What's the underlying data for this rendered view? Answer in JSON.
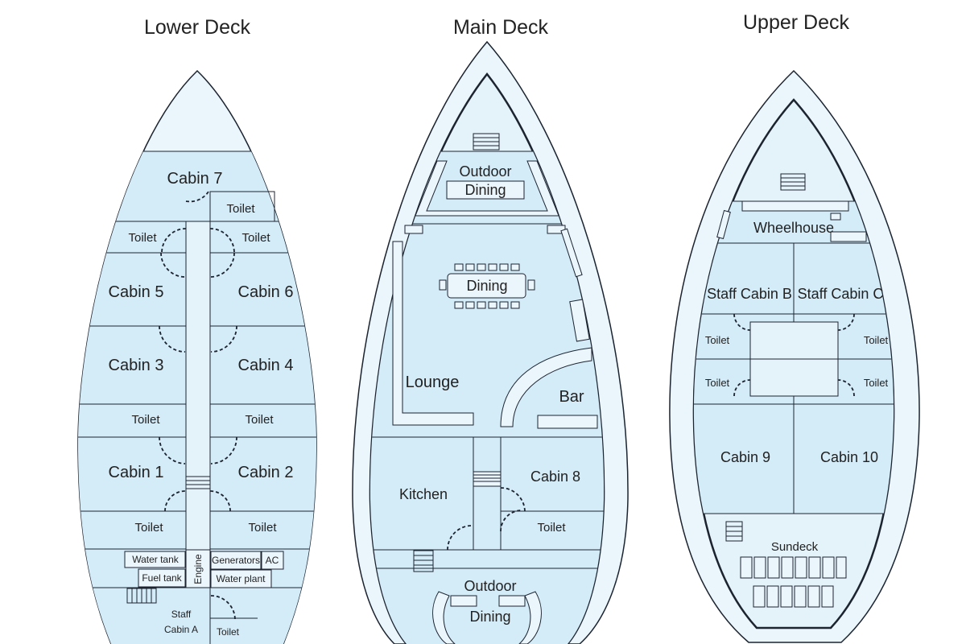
{
  "decks": {
    "lower": {
      "title": "Lower Deck",
      "rooms": {
        "cabin7": "Cabin 7",
        "toilet_c7": "Toilet",
        "toilet_l1": "Toilet",
        "toilet_r1": "Toilet",
        "cabin5": "Cabin 5",
        "cabin6": "Cabin 6",
        "cabin3": "Cabin 3",
        "cabin4": "Cabin 4",
        "toilet_l2": "Toilet",
        "toilet_r2": "Toilet",
        "cabin1": "Cabin 1",
        "cabin2": "Cabin 2",
        "toilet_l3": "Toilet",
        "toilet_r3": "Toilet",
        "water_tank": "Water tank",
        "fuel_tank": "Fuel tank",
        "engine": "Engine",
        "generators": "Generators",
        "ac": "AC",
        "water_plant": "Water plant",
        "staff_cabin_a_1": "Staff",
        "staff_cabin_a_2": "Cabin A",
        "toilet_staff": "Toilet"
      }
    },
    "main": {
      "title": "Main Deck",
      "rooms": {
        "outdoor_top": "Outdoor",
        "dining_top": "Dining",
        "dining": "Dining",
        "lounge": "Lounge",
        "bar": "Bar",
        "kitchen": "Kitchen",
        "cabin8": "Cabin 8",
        "toilet": "Toilet",
        "outdoor_bottom": "Outdoor",
        "dining_bottom": "Dining"
      }
    },
    "upper": {
      "title": "Upper Deck",
      "rooms": {
        "wheelhouse": "Wheelhouse",
        "staff_cabin_b": "Staff Cabin B",
        "staff_cabin_c": "Staff Cabin C",
        "toilet_l1": "Toilet",
        "toilet_r1": "Toilet",
        "toilet_l2": "Toilet",
        "toilet_r2": "Toilet",
        "cabin9": "Cabin 9",
        "cabin10": "Cabin 10",
        "sundeck": "Sundeck"
      }
    }
  },
  "colors": {
    "room_fill": "#d4ebf8",
    "outline": "#1c2430",
    "background": "#ffffff"
  }
}
